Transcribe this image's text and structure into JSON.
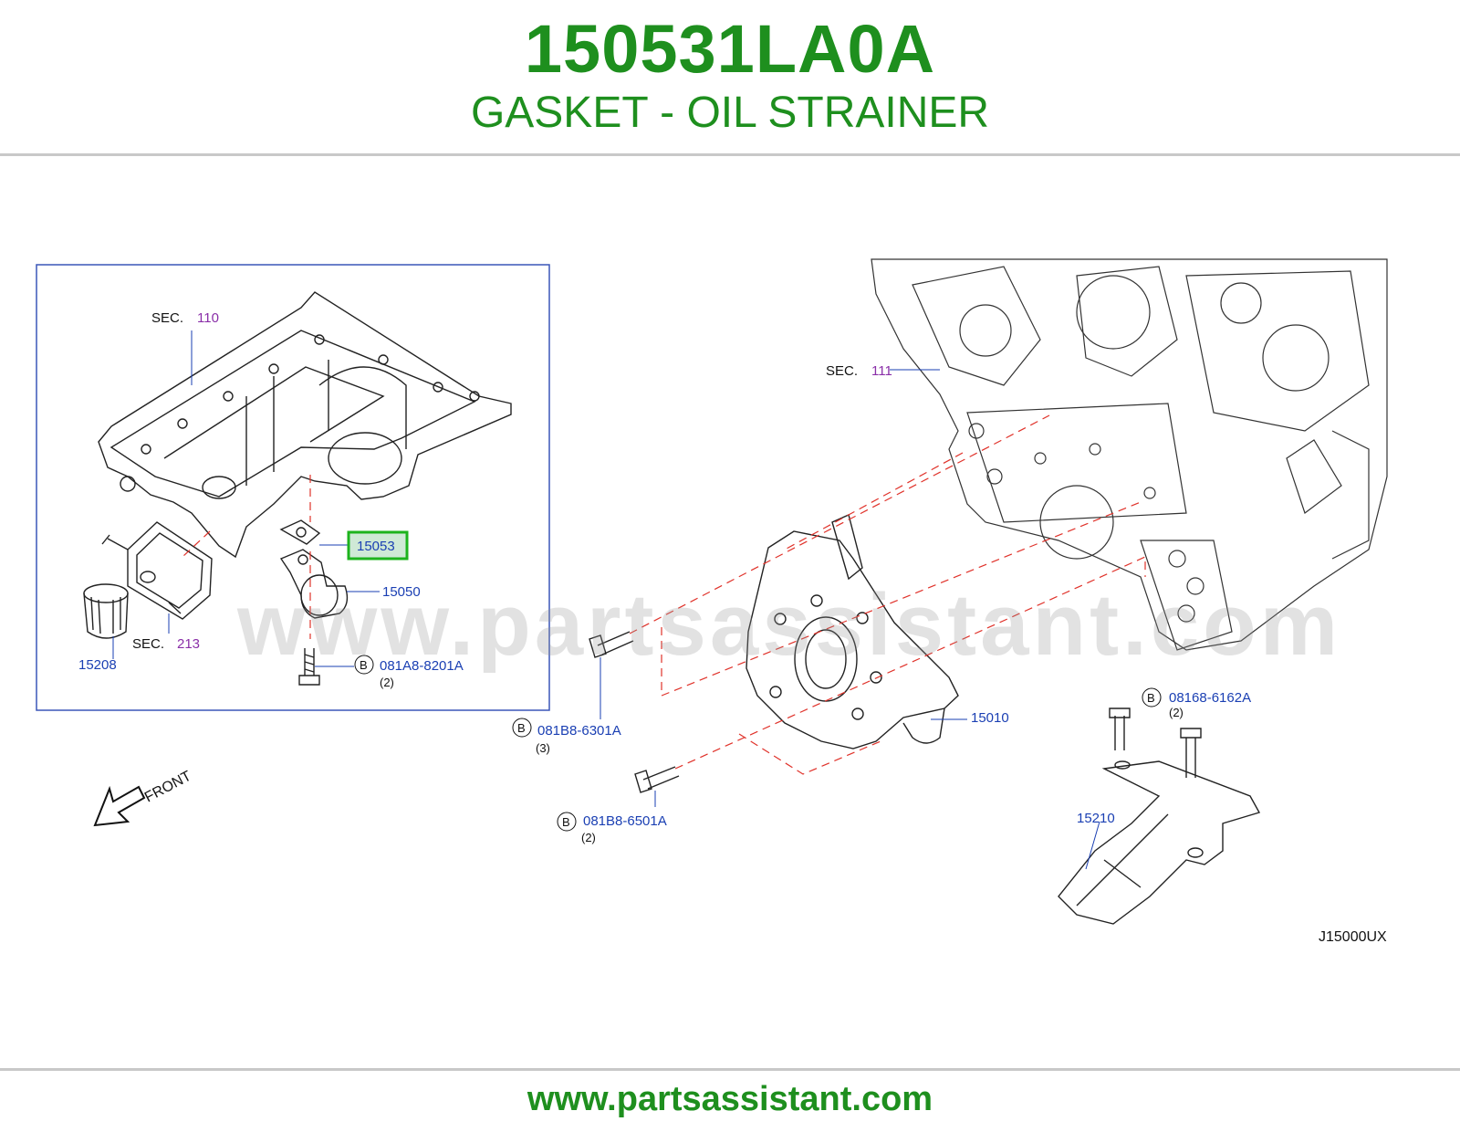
{
  "header": {
    "part_number": "150531LA0A",
    "part_name": "GASKET - OIL STRAINER"
  },
  "footer": {
    "url": "www.partsassistant.com"
  },
  "watermark": "www.partsassistant.com",
  "colors": {
    "brand_green": "#1e8f1e",
    "label_blue": "#1a3fb3",
    "section_purple": "#8a2fa8",
    "highlight_green": "#1db31d"
  },
  "callouts": {
    "sec_110": {
      "prefix": "SEC.",
      "ref": "110"
    },
    "sec_111": {
      "prefix": "SEC.",
      "ref": "111"
    },
    "sec_213": {
      "prefix": "SEC.",
      "ref": "213"
    },
    "p15053": "15053",
    "p15050": "15050",
    "p15208": "15208",
    "p15010": "15010",
    "p15210": "15210",
    "bolt_081A8": {
      "badge": "B",
      "part": "081A8-8201A",
      "qty": "(2)"
    },
    "bolt_081B8_6301": {
      "badge": "B",
      "part": "081B8-6301A",
      "qty": "(3)"
    },
    "bolt_081B8_6501": {
      "badge": "B",
      "part": "081B8-6501A",
      "qty": "(2)"
    },
    "bolt_08168": {
      "badge": "B",
      "part": "08168-6162A",
      "qty": "(2)"
    },
    "front": "FRONT",
    "diagram_code": "J15000UX"
  }
}
